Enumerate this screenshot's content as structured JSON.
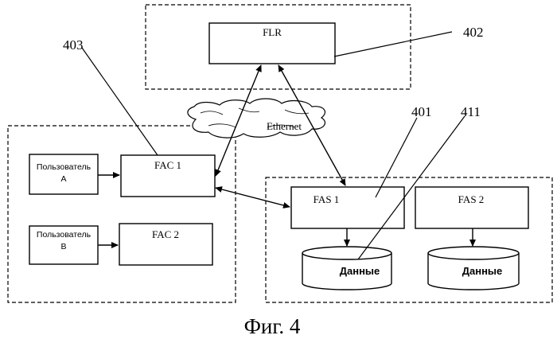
{
  "nodes": {
    "flr": "FLR",
    "fac1": "FAC 1",
    "fac2": "FAC 2",
    "fas1": "FAS 1",
    "fas2": "FAS 2",
    "user_a_line1": "Пользователь",
    "user_a_line2": "A",
    "user_b_line1": "Пользователь",
    "user_b_line2": "B",
    "data1": "Данные",
    "data2": "Данные",
    "network": "Ethernet"
  },
  "refs": {
    "r401": "401",
    "r402": "402",
    "r403": "403",
    "r411": "411"
  },
  "caption": "Фиг. 4"
}
